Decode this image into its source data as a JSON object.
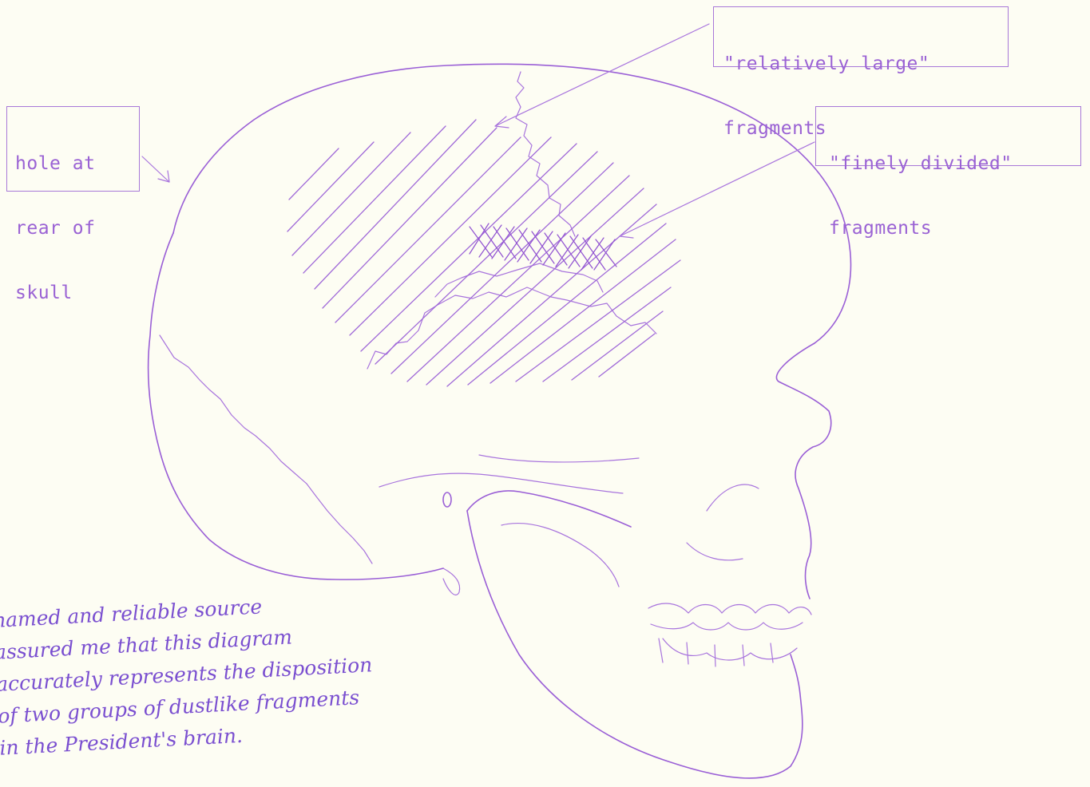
{
  "labels": {
    "hole": [
      "hole at",
      "rear of",
      "skull"
    ],
    "large": [
      "\"relatively large\"",
      "fragments"
    ],
    "fine": [
      "\"finely divided\"",
      "fragments"
    ]
  },
  "note": [
    "named and reliable source",
    "assured me that this diagram",
    "accurately represents the disposition",
    "of two groups of dustlike fragments",
    "in the President's brain."
  ],
  "colors": {
    "ink": "#9a5fd6",
    "paper": "#fdfdf3"
  }
}
